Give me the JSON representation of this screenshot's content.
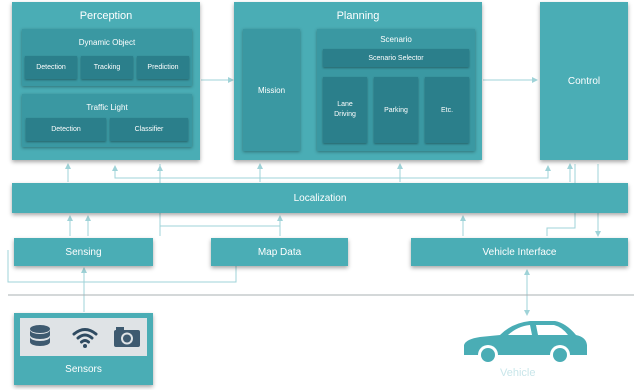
{
  "perception": {
    "title": "Perception",
    "dynamic_object": {
      "title": "Dynamic Object",
      "items": [
        "Detection",
        "Tracking",
        "Prediction"
      ]
    },
    "traffic_light": {
      "title": "Traffic Light",
      "items": [
        "Detection",
        "Classifier"
      ]
    }
  },
  "planning": {
    "title": "Planning",
    "mission": "Mission",
    "scenario": {
      "title": "Scenario",
      "selector": "Scenario Selector",
      "items": [
        "Lane\nDriving",
        "Parking",
        "Etc."
      ]
    }
  },
  "control": {
    "title": "Control"
  },
  "localization": {
    "title": "Localization"
  },
  "sensing": {
    "title": "Sensing"
  },
  "map_data": {
    "title": "Map Data"
  },
  "vehicle_interface": {
    "title": "Vehicle Interface"
  },
  "sensors": {
    "title": "Sensors",
    "icons": [
      "database-icon",
      "wifi-icon",
      "camera-icon"
    ]
  },
  "vehicle": {
    "label": "Vehicle",
    "icon": "car-icon"
  },
  "colors": {
    "primary": "#4aadb5",
    "secondary": "#3a98a2",
    "dark": "#2b7f8b",
    "line": "#8fcfd4"
  }
}
